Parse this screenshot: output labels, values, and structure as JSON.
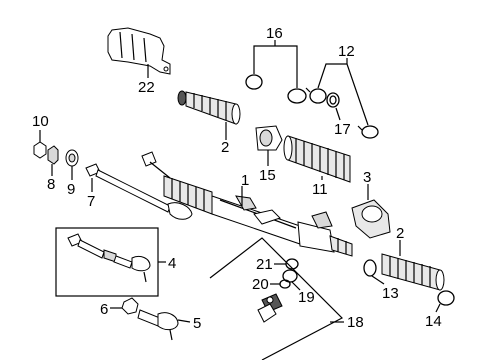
{
  "diagram": {
    "callouts": [
      {
        "id": "c1",
        "text": "1"
      },
      {
        "id": "c2a",
        "text": "2"
      },
      {
        "id": "c2b",
        "text": "2"
      },
      {
        "id": "c3",
        "text": "3"
      },
      {
        "id": "c4",
        "text": "4"
      },
      {
        "id": "c5",
        "text": "5"
      },
      {
        "id": "c6",
        "text": "6"
      },
      {
        "id": "c7",
        "text": "7"
      },
      {
        "id": "c8",
        "text": "8"
      },
      {
        "id": "c9",
        "text": "9"
      },
      {
        "id": "c10",
        "text": "10"
      },
      {
        "id": "c11",
        "text": "11"
      },
      {
        "id": "c12",
        "text": "12"
      },
      {
        "id": "c13",
        "text": "13"
      },
      {
        "id": "c14",
        "text": "14"
      },
      {
        "id": "c15",
        "text": "15"
      },
      {
        "id": "c16",
        "text": "16"
      },
      {
        "id": "c17",
        "text": "17"
      },
      {
        "id": "c18",
        "text": "18"
      },
      {
        "id": "c19",
        "text": "19"
      },
      {
        "id": "c20",
        "text": "20"
      },
      {
        "id": "c21",
        "text": "21"
      },
      {
        "id": "c22",
        "text": "22"
      }
    ]
  }
}
